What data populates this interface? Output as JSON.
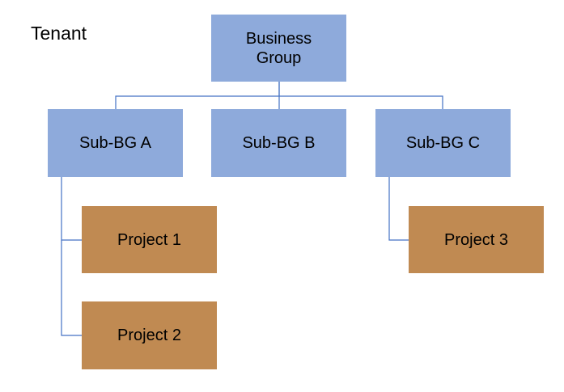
{
  "diagram": {
    "title": "Tenant",
    "colors": {
      "group_fill": "#8eaadb",
      "project_fill": "#c08a52",
      "connector": "#4472c4",
      "text": "#000000"
    },
    "nodes": {
      "business_group": {
        "label": "Business\nGroup"
      },
      "sub_bg_a": {
        "label": "Sub-BG A"
      },
      "sub_bg_b": {
        "label": "Sub-BG B"
      },
      "sub_bg_c": {
        "label": "Sub-BG C"
      },
      "project_1": {
        "label": "Project 1"
      },
      "project_2": {
        "label": "Project 2"
      },
      "project_3": {
        "label": "Project 3"
      }
    },
    "edges": [
      {
        "from": "Business Group",
        "to": "Sub-BG A"
      },
      {
        "from": "Business Group",
        "to": "Sub-BG B"
      },
      {
        "from": "Business Group",
        "to": "Sub-BG C"
      },
      {
        "from": "Sub-BG A",
        "to": "Project 1"
      },
      {
        "from": "Sub-BG A",
        "to": "Project 2"
      },
      {
        "from": "Sub-BG C",
        "to": "Project 3"
      }
    ]
  }
}
